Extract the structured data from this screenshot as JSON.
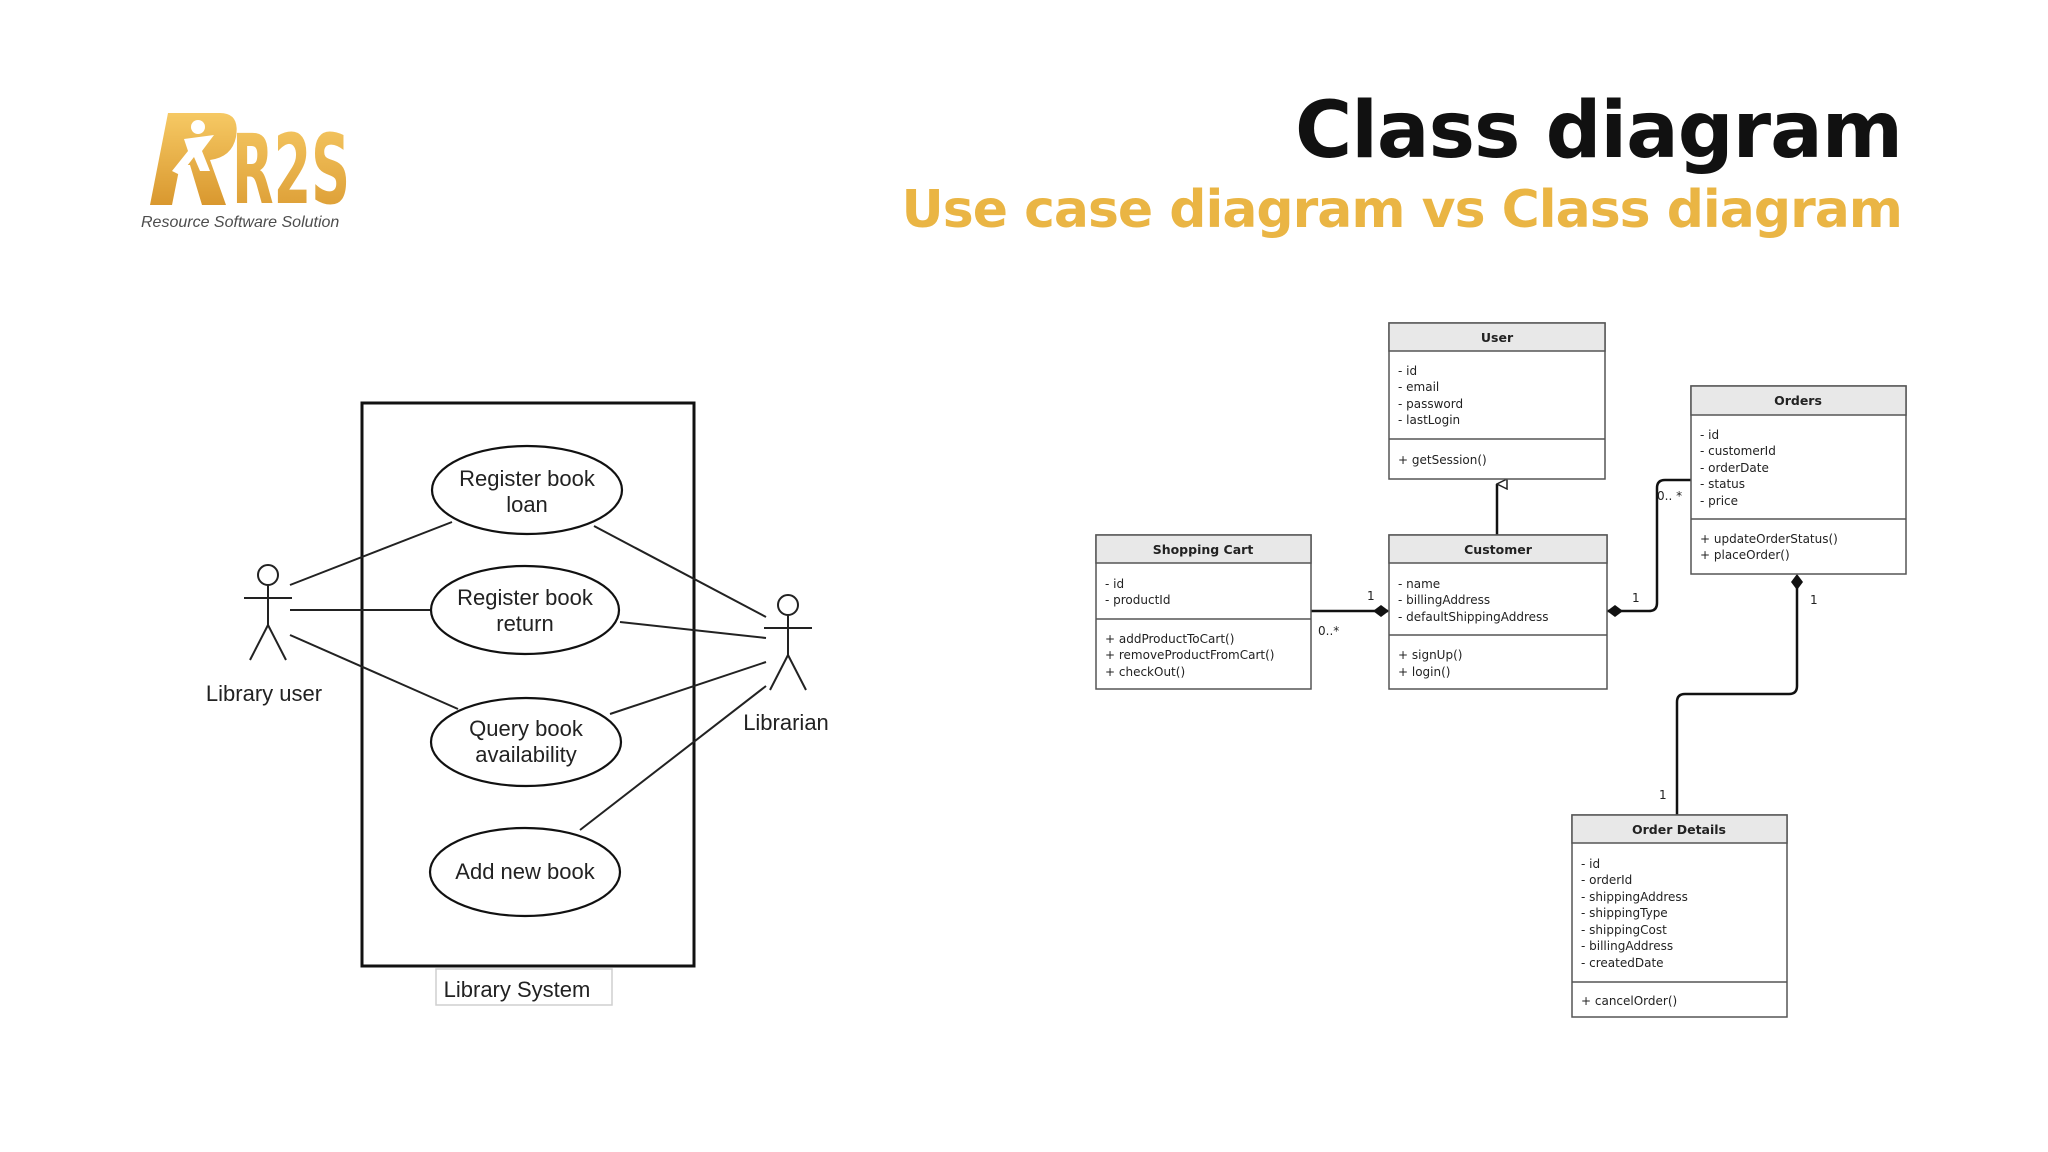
{
  "header": {
    "logo_text": "R2S",
    "logo_tagline": "Resource Software Solution",
    "title": "Class diagram",
    "subtitle": "Use case diagram vs Class diagram"
  },
  "colors": {
    "accent": "#eab544",
    "title": "#111111",
    "line": "#222222",
    "class_header_bg": "#e8e8e8"
  },
  "use_case_diagram": {
    "system_label": "Library System",
    "actors": [
      {
        "name": "Library user"
      },
      {
        "name": "Librarian"
      }
    ],
    "use_cases": [
      {
        "lines": [
          "Register book",
          "loan"
        ]
      },
      {
        "lines": [
          "Register book",
          "return"
        ]
      },
      {
        "lines": [
          "Query book",
          "availability"
        ]
      },
      {
        "lines": [
          "Add new book"
        ]
      }
    ]
  },
  "class_diagram": {
    "classes": {
      "user": {
        "name": "User",
        "attributes": [
          "- id",
          "- email",
          "- password",
          "- lastLogin"
        ],
        "methods": [
          "+ getSession()"
        ]
      },
      "orders": {
        "name": "Orders",
        "attributes": [
          "- id",
          "- customerId",
          "- orderDate",
          "- status",
          "- price"
        ],
        "methods": [
          "+ updateOrderStatus()",
          "+ placeOrder()"
        ]
      },
      "shopping_cart": {
        "name": "Shopping Cart",
        "attributes": [
          "- id",
          "- productId"
        ],
        "methods": [
          "+ addProductToCart()",
          "+ removeProductFromCart()",
          "+ checkOut()"
        ]
      },
      "customer": {
        "name": "Customer",
        "attributes": [
          "- name",
          "- billingAddress",
          "- defaultShippingAddress"
        ],
        "methods": [
          "+ signUp()",
          "+ login()"
        ]
      },
      "order_details": {
        "name": "Order Details",
        "attributes": [
          "- id",
          "- orderId",
          "- shippingAddress",
          "- shippingType",
          "- shippingCost",
          "- billingAddress",
          "- createdDate"
        ],
        "methods": [
          "+ cancelOrder()"
        ]
      }
    },
    "multiplicities": {
      "cart_side": "0..*",
      "customer_cart_side": "1",
      "customer_orders_side": "1",
      "orders_customer_side": "0.. *",
      "orders_details_side": "1",
      "details_orders_side": "1"
    }
  }
}
